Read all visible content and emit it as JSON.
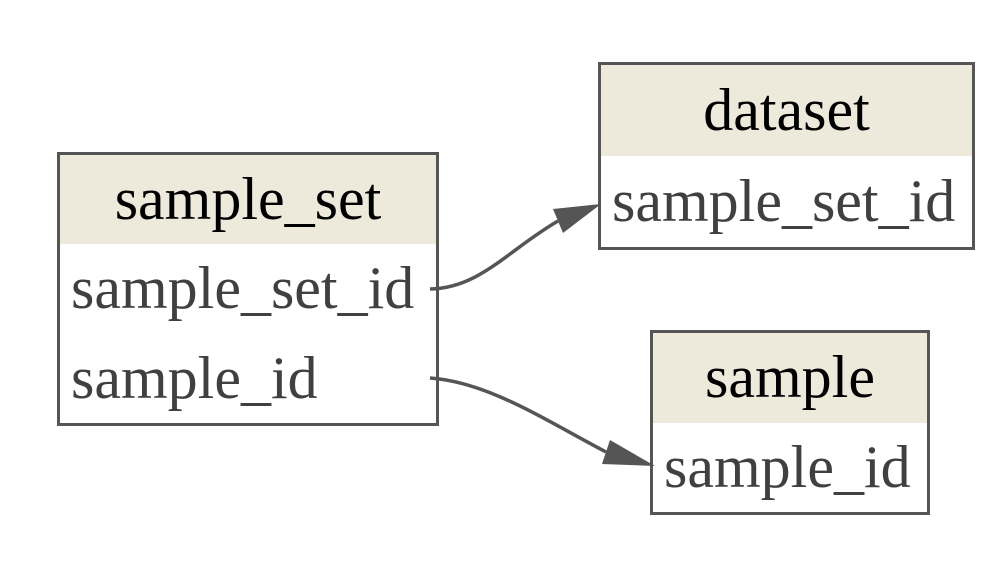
{
  "diagram": {
    "type": "entity-relationship",
    "background_color": "#ffffff",
    "border_color": "#555555",
    "header_fill_color": "#EDEADC",
    "header_text_color": "#000000",
    "field_text_color": "#404040",
    "edge_color": "#555555",
    "tables": [
      {
        "title": "sample_set",
        "fields": [
          "sample_set_id",
          "sample_id"
        ]
      },
      {
        "title": "dataset",
        "fields": [
          "sample_set_id"
        ]
      },
      {
        "title": "sample",
        "fields": [
          "sample_id"
        ]
      }
    ],
    "edges": [
      {
        "from": "sample_set.sample_set_id",
        "to": "dataset.sample_set_id"
      },
      {
        "from": "sample_set.sample_id",
        "to": "sample.sample_id"
      }
    ]
  }
}
